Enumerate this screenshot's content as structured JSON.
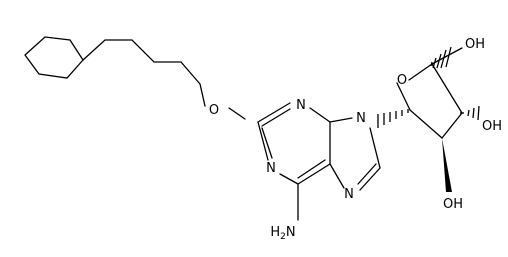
{
  "atom_labels": {
    "o_ether": "O",
    "n_top": "N",
    "n_left": "N",
    "n9": "N",
    "n7": "N",
    "nh2": "H2N",
    "o_ring": "O",
    "oh_ch2": "OH",
    "oh_c3": "OH",
    "oh_c2": "OH"
  },
  "colors": {
    "ink": "#000000",
    "background": "#ffffff"
  }
}
